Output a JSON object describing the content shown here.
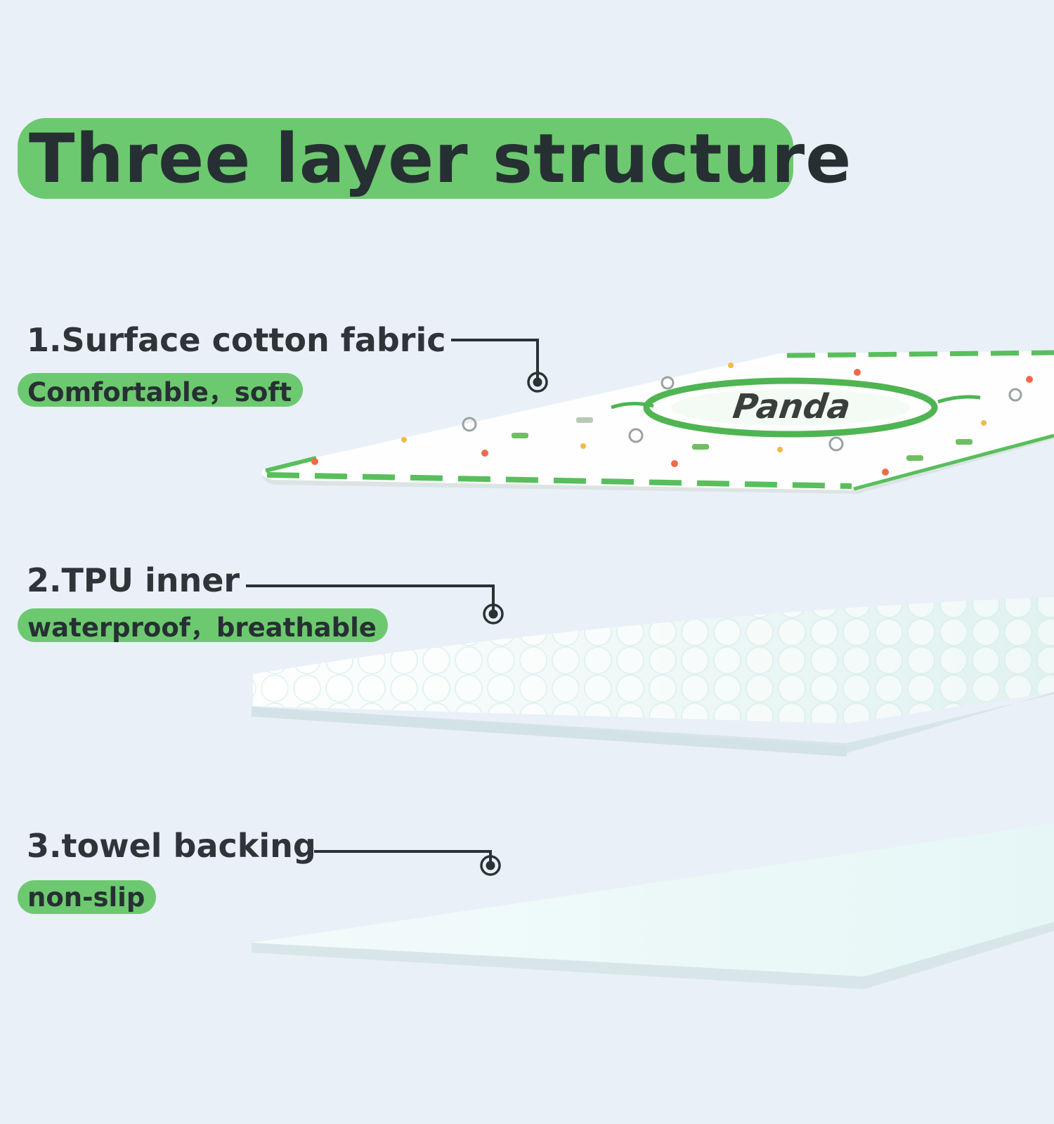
{
  "title": "Three layer structure",
  "colors": {
    "background": "#e9f0f8",
    "accent_green": "#6dc96f",
    "text_dark": "#263033",
    "connector": "#2b3236"
  },
  "layers": [
    {
      "label": "1.Surface cotton fabric",
      "feature": "Comfortable，soft"
    },
    {
      "label": "2.TPU inner",
      "feature": "waterproof，breathable"
    },
    {
      "label": "3.towel backing",
      "feature": "non-slip"
    }
  ],
  "pad_print": {
    "brand_text": "Panda"
  }
}
